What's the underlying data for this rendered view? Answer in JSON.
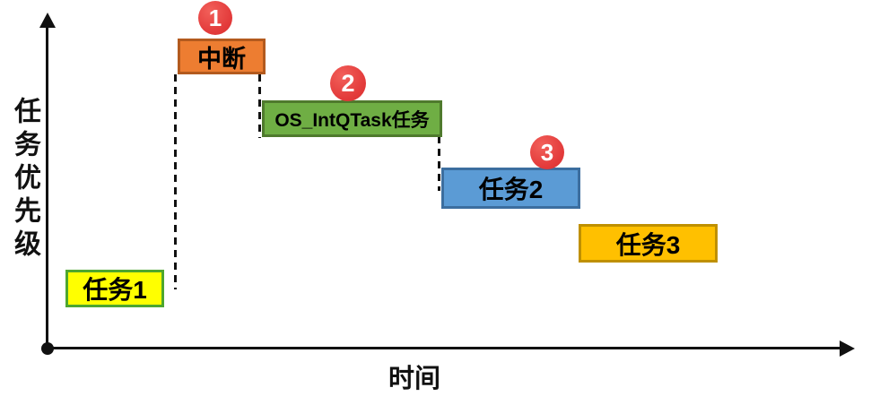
{
  "axes": {
    "y_label": "任务优先级",
    "x_label": "时间"
  },
  "boxes": {
    "task1": {
      "label": "任务1",
      "fill": "#FFFF00",
      "border": "#4EA72E"
    },
    "interrupt": {
      "label": "中断",
      "fill": "#ED7D31",
      "border": "#B35A1E"
    },
    "os_intqtask": {
      "label": "OS_IntQTask任务",
      "fill": "#6FAE44",
      "border": "#4F7A2D"
    },
    "task2": {
      "label": "任务2",
      "fill": "#5B9BD5",
      "border": "#3C6E9F"
    },
    "task3": {
      "label": "任务3",
      "fill": "#FFC000",
      "border": "#BF9000"
    }
  },
  "badges": {
    "color": "#E33B3B",
    "items": [
      {
        "number": "1"
      },
      {
        "number": "2"
      },
      {
        "number": "3"
      }
    ]
  }
}
